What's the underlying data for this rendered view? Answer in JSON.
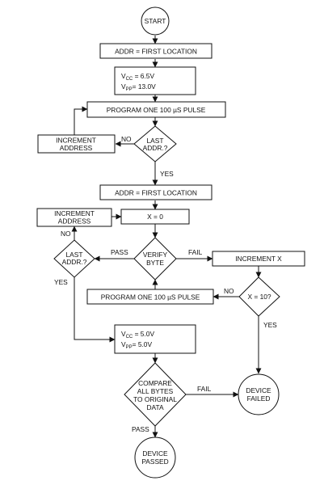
{
  "diagram": {
    "start": "START",
    "addr_first_1": "ADDR = FIRST LOCATION",
    "vcc_65": {
      "v": "V",
      "sub": "CC",
      "val": " = 6.5V"
    },
    "vpp_130": {
      "v": "V",
      "sub": "PP",
      "val": "= 13.0V"
    },
    "program_pulse_1": "PROGRAM ONE 100 µS PULSE",
    "increment_address_1": [
      "INCREMENT",
      "ADDRESS"
    ],
    "last_addr_1": [
      "LAST",
      "ADDR.?"
    ],
    "no_1": "NO",
    "yes_1": "YES",
    "addr_first_2": "ADDR = FIRST LOCATION",
    "increment_address_2": [
      "INCREMENT",
      "ADDRESS"
    ],
    "x_zero": "X = 0",
    "no_2": "NO",
    "last_addr_2": [
      "LAST",
      "ADDR.?"
    ],
    "pass_1": "PASS",
    "verify_byte": [
      "VERIFY",
      "BYTE"
    ],
    "fail_1": "FAIL",
    "increment_x": "INCREMENT X",
    "yes_2": "YES",
    "program_pulse_2": "PROGRAM ONE 100 µS PULSE",
    "no_3": "NO",
    "x_ten": "X = 10?",
    "yes_3": "YES",
    "vcc_50": {
      "v": "V",
      "sub": "CC",
      "val": " = 5.0V"
    },
    "vpp_50": {
      "v": "V",
      "sub": "PP",
      "val": "= 5.0V"
    },
    "compare": [
      "COMPARE",
      "ALL BYTES",
      "TO ORIGINAL",
      "DATA"
    ],
    "fail_2": "FAIL",
    "device_failed": [
      "DEVICE",
      "FAILED"
    ],
    "pass_2": "PASS",
    "device_passed": [
      "DEVICE",
      "PASSED"
    ]
  }
}
